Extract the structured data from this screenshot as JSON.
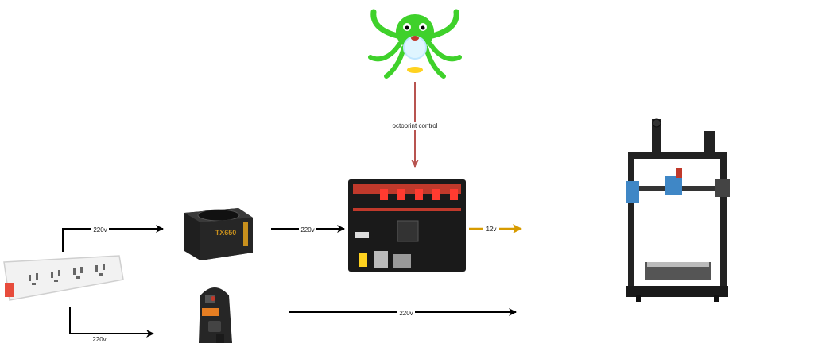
{
  "labels": {
    "control": "octoprint control",
    "psu_in": "220v",
    "psu_out": "220v",
    "board_out": "12v",
    "ups_in": "220v",
    "ups_out": "220v",
    "psu_brand": "TX650"
  },
  "icons": {
    "power_strip": "power-strip-icon",
    "psu": "power-supply-icon",
    "ups": "surge-protector-icon",
    "octoprint": "octoprint-logo-icon",
    "board": "controller-board-icon",
    "printer": "3d-printer-icon"
  },
  "colors": {
    "control_arrow": "#b85450",
    "power_12v": "#d79b00",
    "arrow": "#000000",
    "octoprint_green": "#3fd12b"
  }
}
